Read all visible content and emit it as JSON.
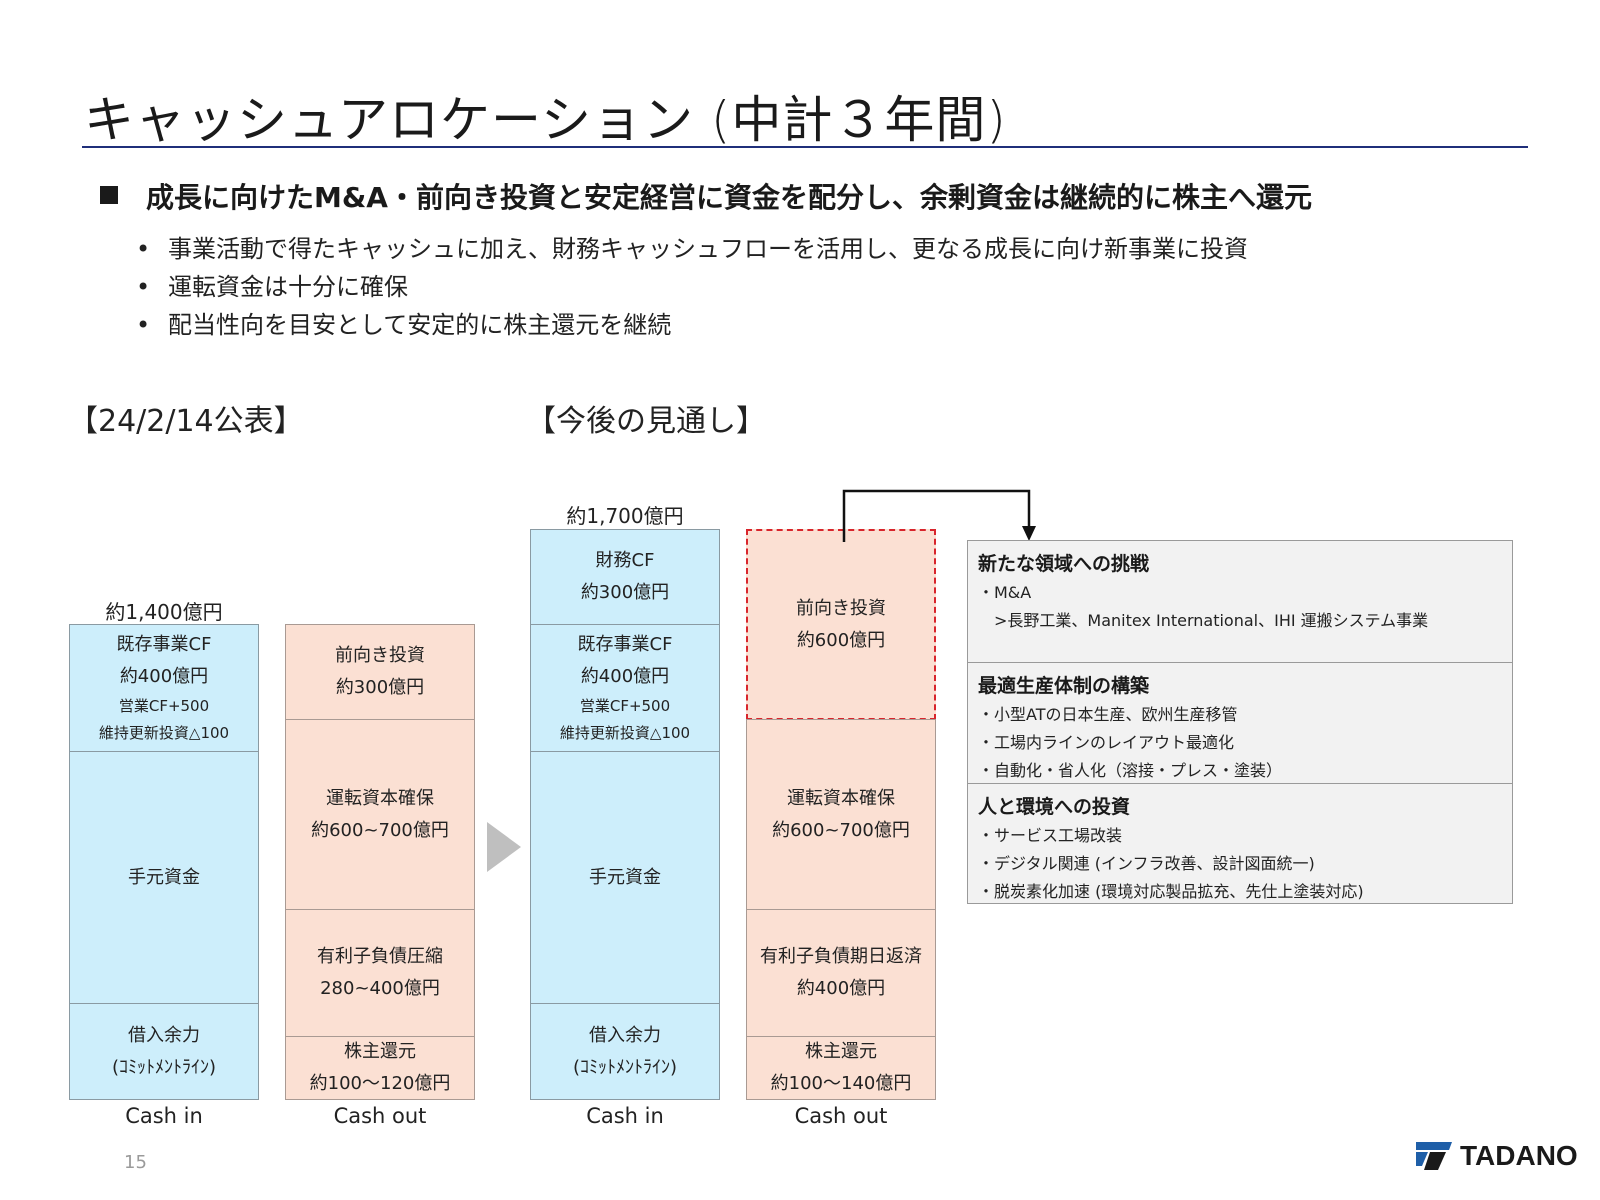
{
  "title": "キャッシュアロケーション (中計３年間)",
  "headline": "成長に向けたM&A・前向き投資と安定経営に資金を配分し、余剰資金は継続的に株主へ還元",
  "bullets": [
    "事業活動で得たキャッシュに加え、財務キャッシュフローを活用し、更なる成長に向け新事業に投資",
    "運転資金は十分に確保",
    "配当性向を目安として安定的に株主還元を継続"
  ],
  "bullet_mark": "•",
  "sections": {
    "left": "【24/2/14公表】",
    "right": "【今後の見通し】"
  },
  "left_cash_in": {
    "total": "約1,400億円",
    "caption": "Cash in",
    "blocks": [
      {
        "l1": "既存事業CF",
        "l2": "約400億円",
        "s1": "営業CF+500",
        "s2": "維持更新投資△100"
      },
      {
        "l1": "手元資金"
      },
      {
        "l1": "借入余力",
        "l2": "(ｺﾐｯﾄﾒﾝﾄﾗｲﾝ)"
      }
    ]
  },
  "left_cash_out": {
    "caption": "Cash out",
    "blocks": [
      {
        "l1": "前向き投資",
        "l2": "約300億円"
      },
      {
        "l1": "運転資本確保",
        "l2": "約600~700億円"
      },
      {
        "l1": "有利子負債圧縮",
        "l2": "280~400億円"
      },
      {
        "l1": "株主還元",
        "l2": "約100～120億円"
      }
    ]
  },
  "right_cash_in": {
    "total": "約1,700億円",
    "caption": "Cash in",
    "blocks": [
      {
        "l1": "財務CF",
        "l2": "約300億円"
      },
      {
        "l1": "既存事業CF",
        "l2": "約400億円",
        "s1": "営業CF+500",
        "s2": "維持更新投資△100"
      },
      {
        "l1": "手元資金"
      },
      {
        "l1": "借入余力",
        "l2": "(ｺﾐｯﾄﾒﾝﾄﾗｲﾝ)"
      }
    ]
  },
  "right_cash_out": {
    "caption": "Cash out",
    "blocks": [
      {
        "l1": "前向き投資",
        "l2": "約600億円"
      },
      {
        "l1": "運転資本確保",
        "l2": "約600~700億円"
      },
      {
        "l1": "有利子負債期日返済",
        "l2": "約400億円"
      },
      {
        "l1": "株主還元",
        "l2": "約100～140億円"
      }
    ]
  },
  "panel": [
    {
      "heading": "新たな領域への挑戦",
      "lines": [
        "・M&A",
        "　>長野工業、Manitex International、IHI 運搬システム事業"
      ]
    },
    {
      "heading": "最適生産体制の構築",
      "lines": [
        "・小型ATの日本生産、欧州生産移管",
        "・工場内ラインのレイアウト最適化",
        "・自動化・省人化（溶接・プレス・塗装）"
      ]
    },
    {
      "heading": "人と環境への投資",
      "lines": [
        "・サービス工場改装",
        "・デジタル関連 (インフラ改善、設計図面統一)",
        "・脱炭素化加速 (環境対応製品拡充、先仕上塗装対応)"
      ]
    }
  ],
  "footer": {
    "page_number": "15",
    "logo_text": "TADANO"
  },
  "colors": {
    "blue_fill": "#cdeefb",
    "pink_fill": "#fbe0d3",
    "dashed_border": "#d8252c",
    "rule": "#1f2f7a",
    "panel_fill": "#f2f2f2"
  },
  "icons": {
    "bullet": "square-bullet-icon",
    "transition": "right-arrow-icon",
    "logo": "tadano-logo-icon"
  }
}
